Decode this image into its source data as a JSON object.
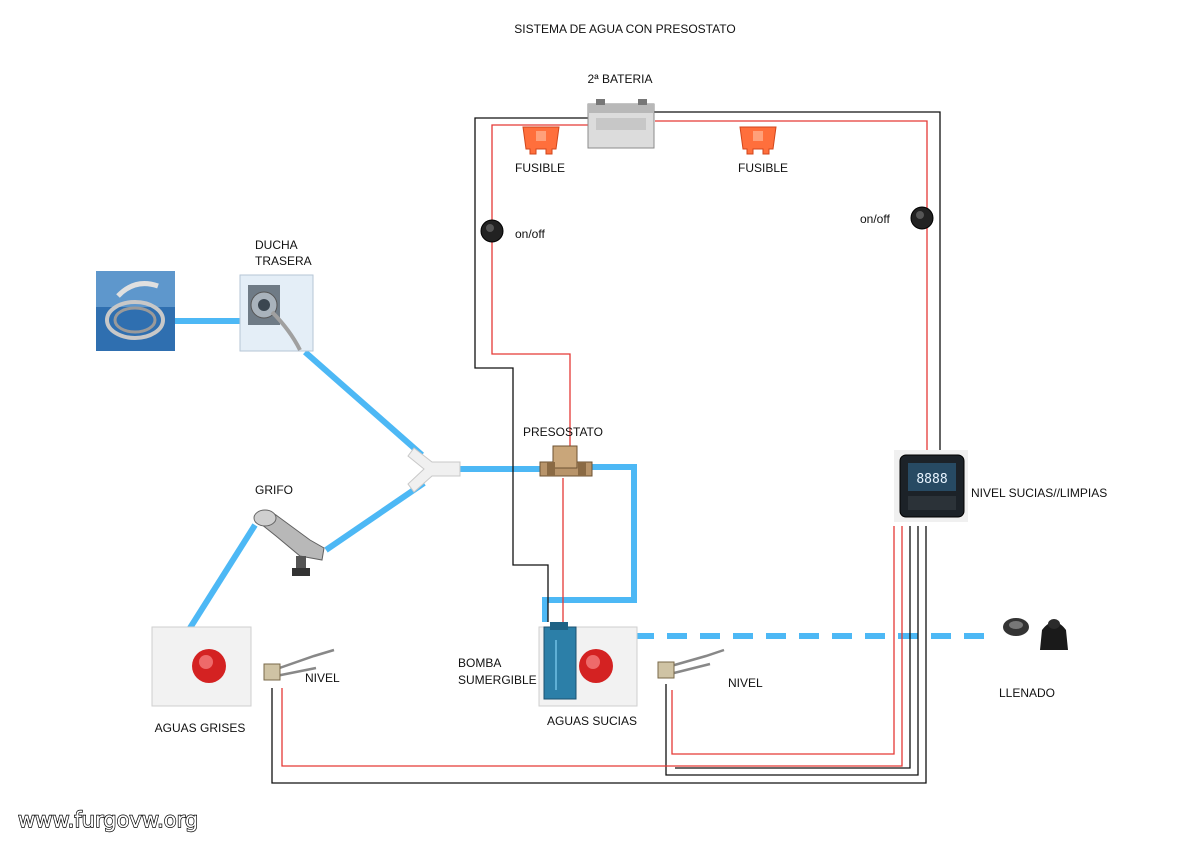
{
  "title": "SISTEMA DE AGUA CON PRESOSTATO",
  "labels": {
    "battery": "2ª BATERIA",
    "fuse_left": "FUSIBLE",
    "fuse_right": "FUSIBLE",
    "switch_left": "on/off",
    "switch_right": "on/off",
    "shower_line1": "DUCHA",
    "shower_line2": "TRASERA",
    "tap": "GRIFO",
    "pressure_switch": "PRESOSTATO",
    "level_panel": "NIVEL SUCIAS//LIMPIAS",
    "pump_line1": "BOMBA",
    "pump_line2": "SUMERGIBLE",
    "grey_tank": "AGUAS GRISES",
    "dirty_tank": "AGUAS SUCIAS",
    "level_left": "NIVEL",
    "level_right": "NIVEL",
    "fill_inlet": "LLENADO"
  },
  "panel_display": "8888",
  "watermark": "www.furgovw.org",
  "colors": {
    "water_pipe": "#4db8f5",
    "positive_wire": "#e53935",
    "negative_wire": "#111111",
    "fuse": "#ff6f3c",
    "tank_button": "#d42222"
  }
}
